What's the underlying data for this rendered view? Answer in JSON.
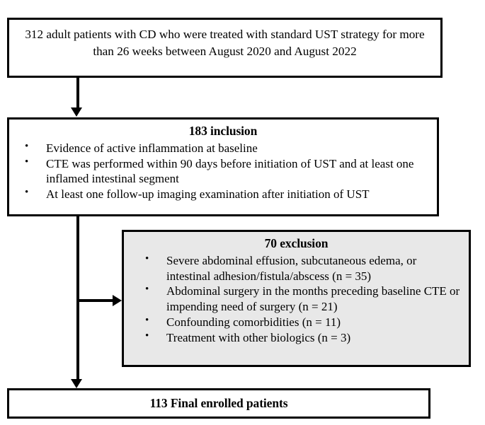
{
  "flowchart": {
    "type": "patient-selection-flow-diagram",
    "nodes": {
      "screened": {
        "text": "312 adult patients with CD who were treated with standard UST strategy for more than 26 weeks between August 2020 and August 2022",
        "count": 312,
        "fill": "#ffffff"
      },
      "inclusion": {
        "title": "183 inclusion",
        "count": 183,
        "fill": "#ffffff",
        "criteria": [
          "Evidence of active inflammation at baseline",
          "CTE was performed within 90 days before initiation of UST and at least one inflamed intestinal segment",
          "At least one follow-up imaging examination after initiation of UST"
        ]
      },
      "exclusion": {
        "title": "70 exclusion",
        "count": 70,
        "fill": "#e8e8e8",
        "criteria": [
          "Severe abdominal effusion, subcutaneous edema, or intestinal adhesion/fistula/abscess (n = 35)",
          "Abdominal surgery in the months preceding baseline CTE or impending need of surgery (n = 21)",
          "Confounding comorbidities (n = 11)",
          "Treatment with other biologics (n = 3)"
        ]
      },
      "final": {
        "title": "113 Final enrolled patients",
        "count": 113,
        "fill": "#ffffff"
      }
    },
    "colors": {
      "stroke": "#000000",
      "background": "#ffffff",
      "shaded_fill": "#e8e8e8"
    }
  }
}
